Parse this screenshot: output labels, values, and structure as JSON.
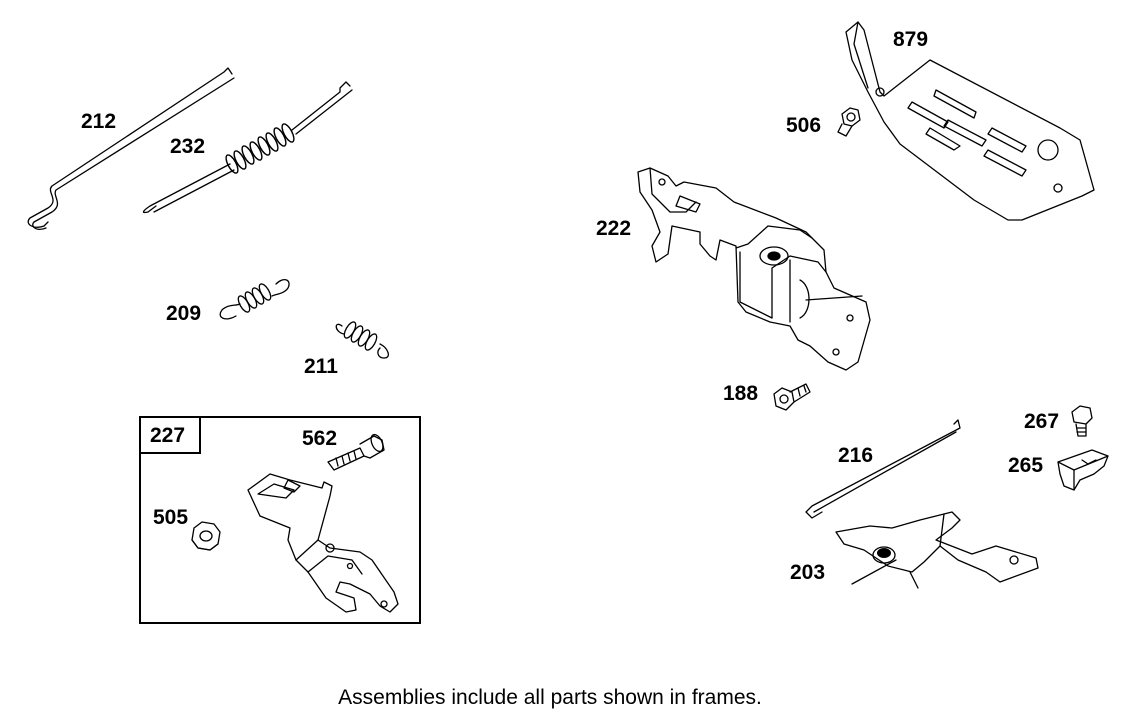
{
  "parts": [
    {
      "number": "212",
      "part": "link-rod"
    },
    {
      "number": "232",
      "part": "long-extension-spring"
    },
    {
      "number": "209",
      "part": "extension-spring"
    },
    {
      "number": "211",
      "part": "extension-spring"
    },
    {
      "number": "227",
      "part": "control-lever-assembly"
    },
    {
      "number": "562",
      "part": "shoulder-screw"
    },
    {
      "number": "505",
      "part": "hex-nut"
    },
    {
      "number": "879",
      "part": "vented-shield"
    },
    {
      "number": "506",
      "part": "screw"
    },
    {
      "number": "222",
      "part": "governor-control-bracket"
    },
    {
      "number": "188",
      "part": "screw"
    },
    {
      "number": "267",
      "part": "screw"
    },
    {
      "number": "265",
      "part": "clip"
    },
    {
      "number": "216",
      "part": "link-rod"
    },
    {
      "number": "203",
      "part": "control-plate"
    }
  ],
  "caption": "Assemblies include all parts shown in frames."
}
